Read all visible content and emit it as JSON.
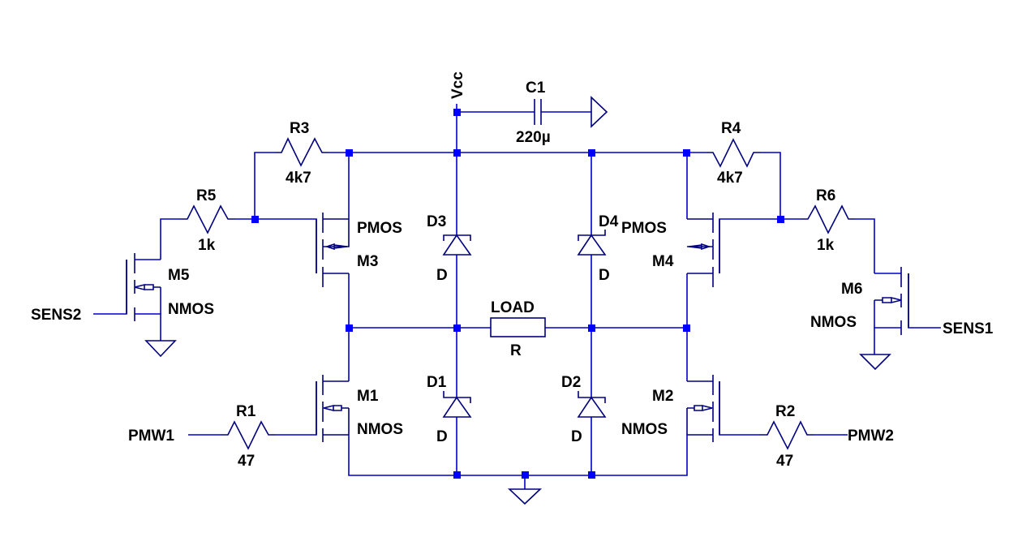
{
  "title": "H-Bridge Schematic",
  "colors": {
    "wire": "#0000cc",
    "symbol": "#000080",
    "junction": "#0000ff",
    "text": "#000000",
    "background": "#ffffff"
  },
  "nets": {
    "vcc": "Vcc",
    "sens1": "SENS1",
    "sens2": "SENS2",
    "pmw1": "PMW1",
    "pmw2": "PMW2"
  },
  "components": {
    "C1": {
      "ref": "C1",
      "value": "220µ"
    },
    "R1": {
      "ref": "R1",
      "value": "47"
    },
    "R2": {
      "ref": "R2",
      "value": "47"
    },
    "R3": {
      "ref": "R3",
      "value": "4k7"
    },
    "R4": {
      "ref": "R4",
      "value": "4k7"
    },
    "R5": {
      "ref": "R5",
      "value": "1k"
    },
    "R6": {
      "ref": "R6",
      "value": "1k"
    },
    "LOAD": {
      "ref": "LOAD",
      "value": "R"
    },
    "D1": {
      "ref": "D1",
      "value": "D"
    },
    "D2": {
      "ref": "D2",
      "value": "D"
    },
    "D3": {
      "ref": "D3",
      "value": "D"
    },
    "D4": {
      "ref": "D4",
      "value": "D"
    },
    "M1": {
      "ref": "M1",
      "value": "NMOS"
    },
    "M2": {
      "ref": "M2",
      "value": "NMOS"
    },
    "M3": {
      "ref": "M3",
      "value": "PMOS"
    },
    "M4": {
      "ref": "M4",
      "value": "PMOS"
    },
    "M5": {
      "ref": "M5",
      "value": "NMOS"
    },
    "M6": {
      "ref": "M6",
      "value": "NMOS"
    }
  }
}
